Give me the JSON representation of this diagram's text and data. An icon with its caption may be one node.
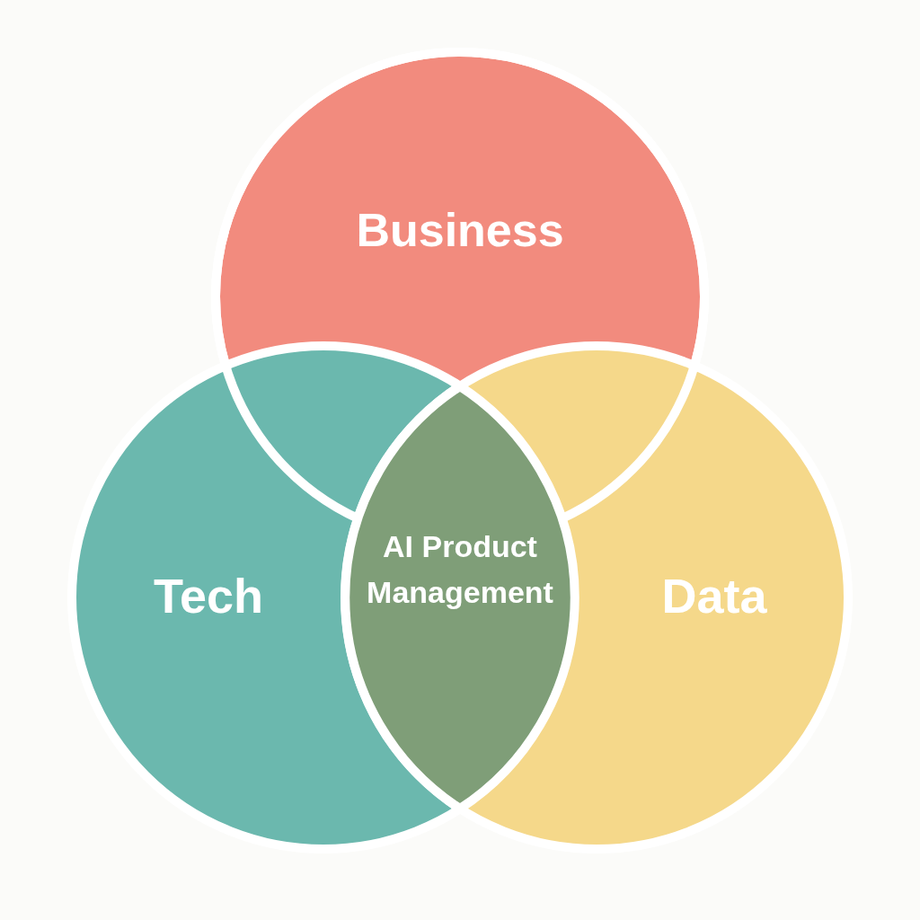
{
  "diagram": {
    "nodes": [
      {
        "text": [
          "Business"
        ]
      },
      {
        "text": [
          "Tech"
        ]
      },
      {
        "text": [
          "Data"
        ]
      },
      {
        "text": [
          "AI Product Management"
        ]
      }
    ]
  }
}
